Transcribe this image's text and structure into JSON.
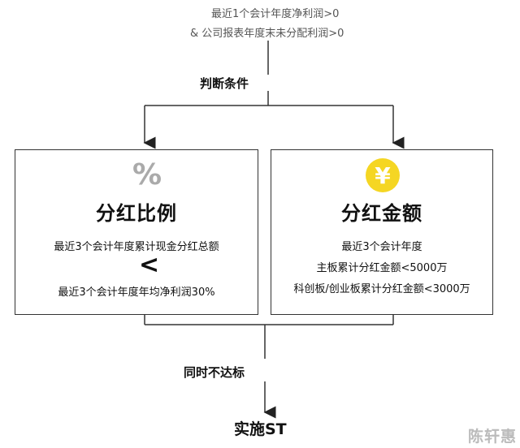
{
  "header": {
    "condition_1": "最近1个会计年度净利润>0",
    "condition_2": "& 公司报表年度末未分配利润>0"
  },
  "flow": {
    "judge_label": "判断条件",
    "fail_label": "同时不达标",
    "result": "实施ST"
  },
  "left_box": {
    "icon": "percent-icon",
    "icon_glyph": "%",
    "title": "分红比例",
    "line_1": "最近3个会计年度累计现金分红总额",
    "operator": "<",
    "line_2": "最近3个会计年度年均净利润30%"
  },
  "right_box": {
    "icon": "yen-coin-icon",
    "icon_glyph": "¥",
    "title": "分红金额",
    "line_1": "最近3个会计年度",
    "line_2": "主板累计分红金额<5000万",
    "line_3": "科创板/创业板累计分红金额<3000万"
  },
  "watermark": "陈轩惠",
  "colors": {
    "coin": "#f5d623",
    "percent": "#aaaaaa",
    "line": "#333333"
  }
}
